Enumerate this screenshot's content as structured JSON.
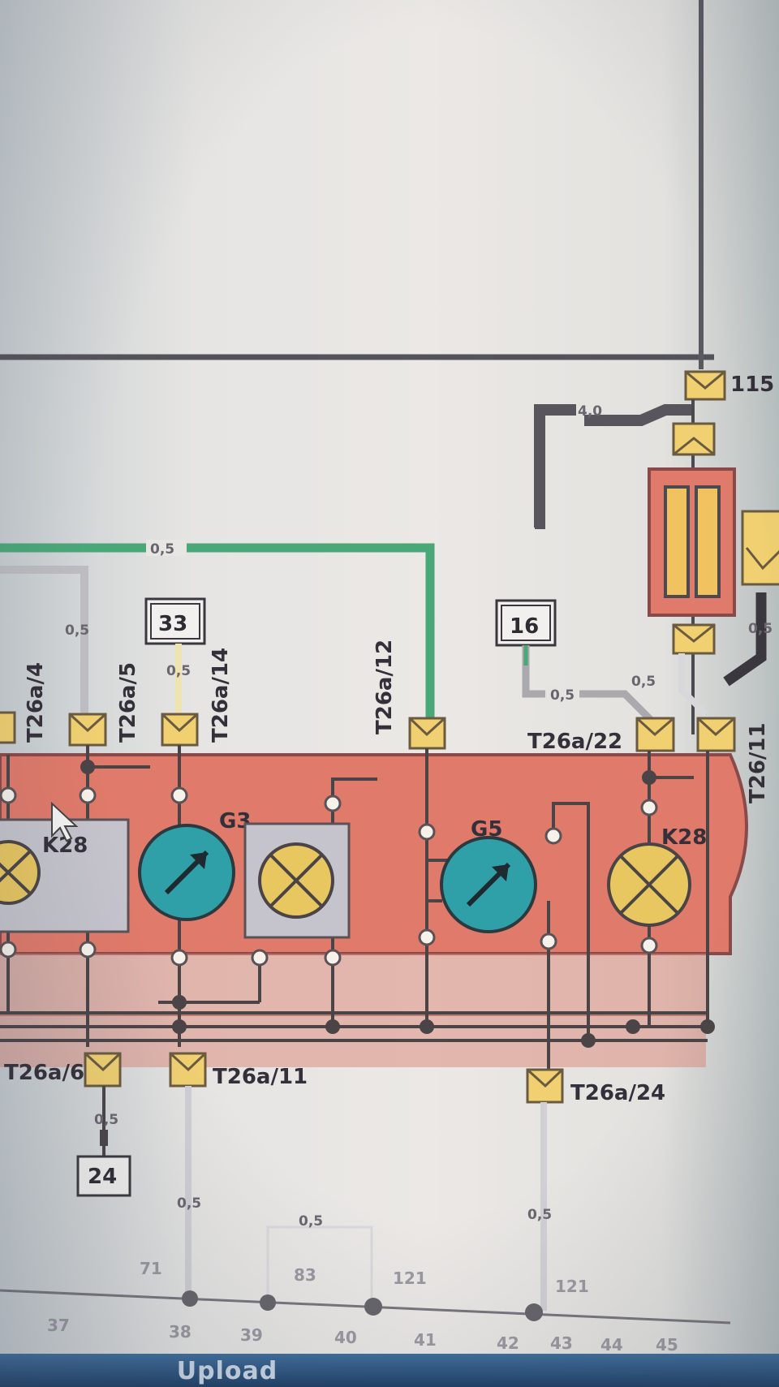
{
  "diagram": {
    "connectors": [
      {
        "id": "top-right",
        "label": "115"
      },
      {
        "id": "t1",
        "label": "T26a/4"
      },
      {
        "id": "t2",
        "label": "T26a/5"
      },
      {
        "id": "t3",
        "label": "T26a/14"
      },
      {
        "id": "t4",
        "label": "T26a/12"
      },
      {
        "id": "t5",
        "label": "T26a/22"
      },
      {
        "id": "t6",
        "label": "T26/11"
      },
      {
        "id": "b1",
        "label": "T26a/6"
      },
      {
        "id": "b2",
        "label": "T26a/11"
      },
      {
        "id": "b3",
        "label": "T26a/24"
      }
    ],
    "components": {
      "k28_left": "K28",
      "g3": "G3",
      "g5": "G5",
      "k28_right": "K28"
    },
    "reference_boxes": {
      "box33": "33",
      "box16": "16",
      "box24": "24"
    },
    "wire_sizes": {
      "top_gray": "4,0",
      "green": "0,5",
      "gray_left": "0,5",
      "yellow_33": "0,5",
      "gray_16": "0,5",
      "gray_right": "0,5",
      "gray_far_right": "0,5",
      "bottom_24": "0,5",
      "bottom_38": "0,5",
      "bottom_83": "0,5",
      "bottom_121": "0,5"
    },
    "bottom_refs": [
      "71",
      "83",
      "121",
      "121"
    ],
    "column_numbers": [
      "37",
      "38",
      "39",
      "40",
      "41",
      "42",
      "43",
      "44",
      "45"
    ]
  },
  "taskbar": {
    "upload_label": "Upload"
  },
  "colors": {
    "panel": "#e07a6a",
    "panel_border": "#8a4a4a",
    "connector": "#f0d070",
    "green_wire": "#4aa878",
    "gauge": "#2fa0a8",
    "lamp": "#e8c660",
    "line": "#4a4a50"
  }
}
